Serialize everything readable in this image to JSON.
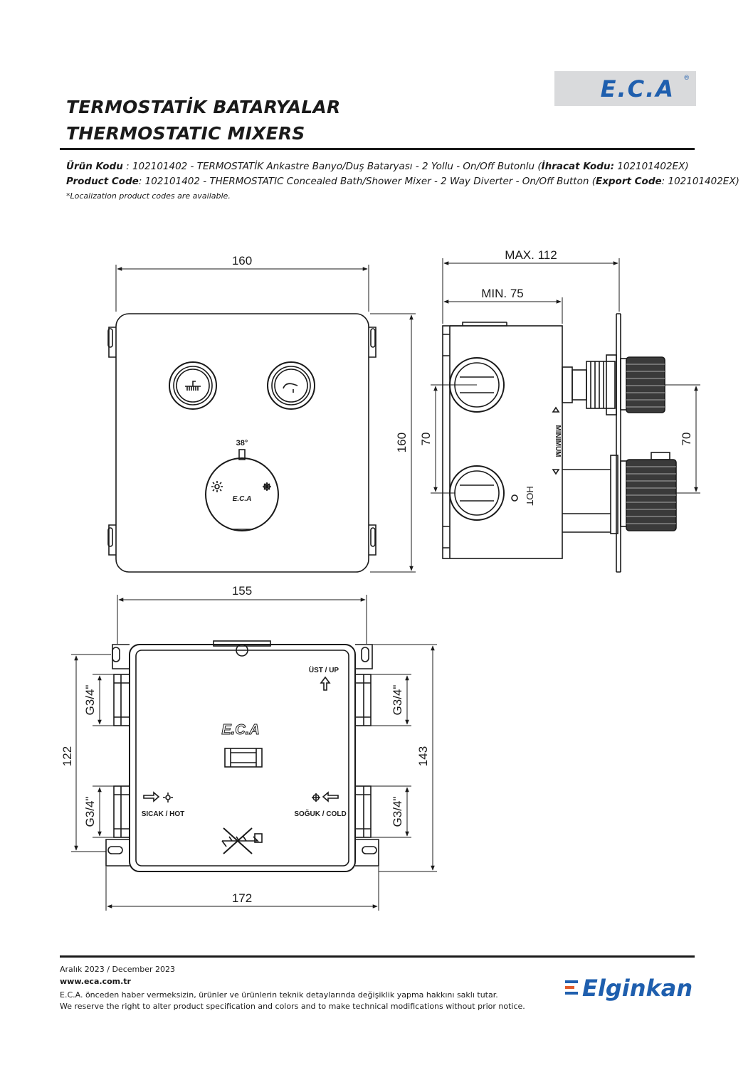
{
  "brand": {
    "logo_text": "E.C.A",
    "registered": "®"
  },
  "header": {
    "title_tr": "TERMOSTATİK BATARYALAR",
    "title_en": "THERMOSTATIC MIXERS"
  },
  "product": {
    "label_tr": "Ürün Kodu",
    "text_tr": "      : 102101402 - TERMOSTATİK Ankastre Banyo/Duş Bataryası - 2 Yollu - On/Off Butonlu (",
    "export_label_tr": "İhracat Kodu:",
    "export_tr": " 102101402EX)",
    "label_en": "Product Code",
    "text_en": ": 102101402 - THERMOSTATIC Concealed Bath/Shower Mixer - 2 Way Diverter - On/Off Button (",
    "export_label_en": "Export Code",
    "export_en": ": 102101402EX)",
    "note": "*Localization product codes are available."
  },
  "drawing": {
    "front": {
      "width": "160",
      "height": "160",
      "temp": "38°",
      "brand": "E.C.A"
    },
    "side": {
      "max": "MAX. 112",
      "min": "MIN. 75",
      "left_70": "70",
      "right_70": "70",
      "minimum": "MINIMUM",
      "hot": "HOT"
    },
    "box": {
      "top_width": "155",
      "bottom_width": "172",
      "left_height": "122",
      "right_height": "143",
      "g_tl": "G3/4\"",
      "g_bl": "G3/4\"",
      "g_tr": "G3/4\"",
      "g_br": "G3/4\"",
      "up": "ÜST / UP",
      "hot": "SICAK / HOT",
      "cold": "SOĞUK / COLD",
      "brand": "E.C.A"
    }
  },
  "footer": {
    "date": "Aralık 2023 / December 2023",
    "website": "www.eca.com.tr",
    "disclaimer_tr": "E.C.A. önceden haber vermeksizin, ürünler ve ürünlerin teknik detaylarında değişiklik yapma hakkını saklı tutar.",
    "disclaimer_en": "We reserve the right to alter product specification and colors and to make technical modifications without prior notice.",
    "company": "Elginkan"
  },
  "colors": {
    "brand_blue": "#1f5fae",
    "logo_bg": "#d9dadc",
    "line": "#1a1a1a"
  }
}
